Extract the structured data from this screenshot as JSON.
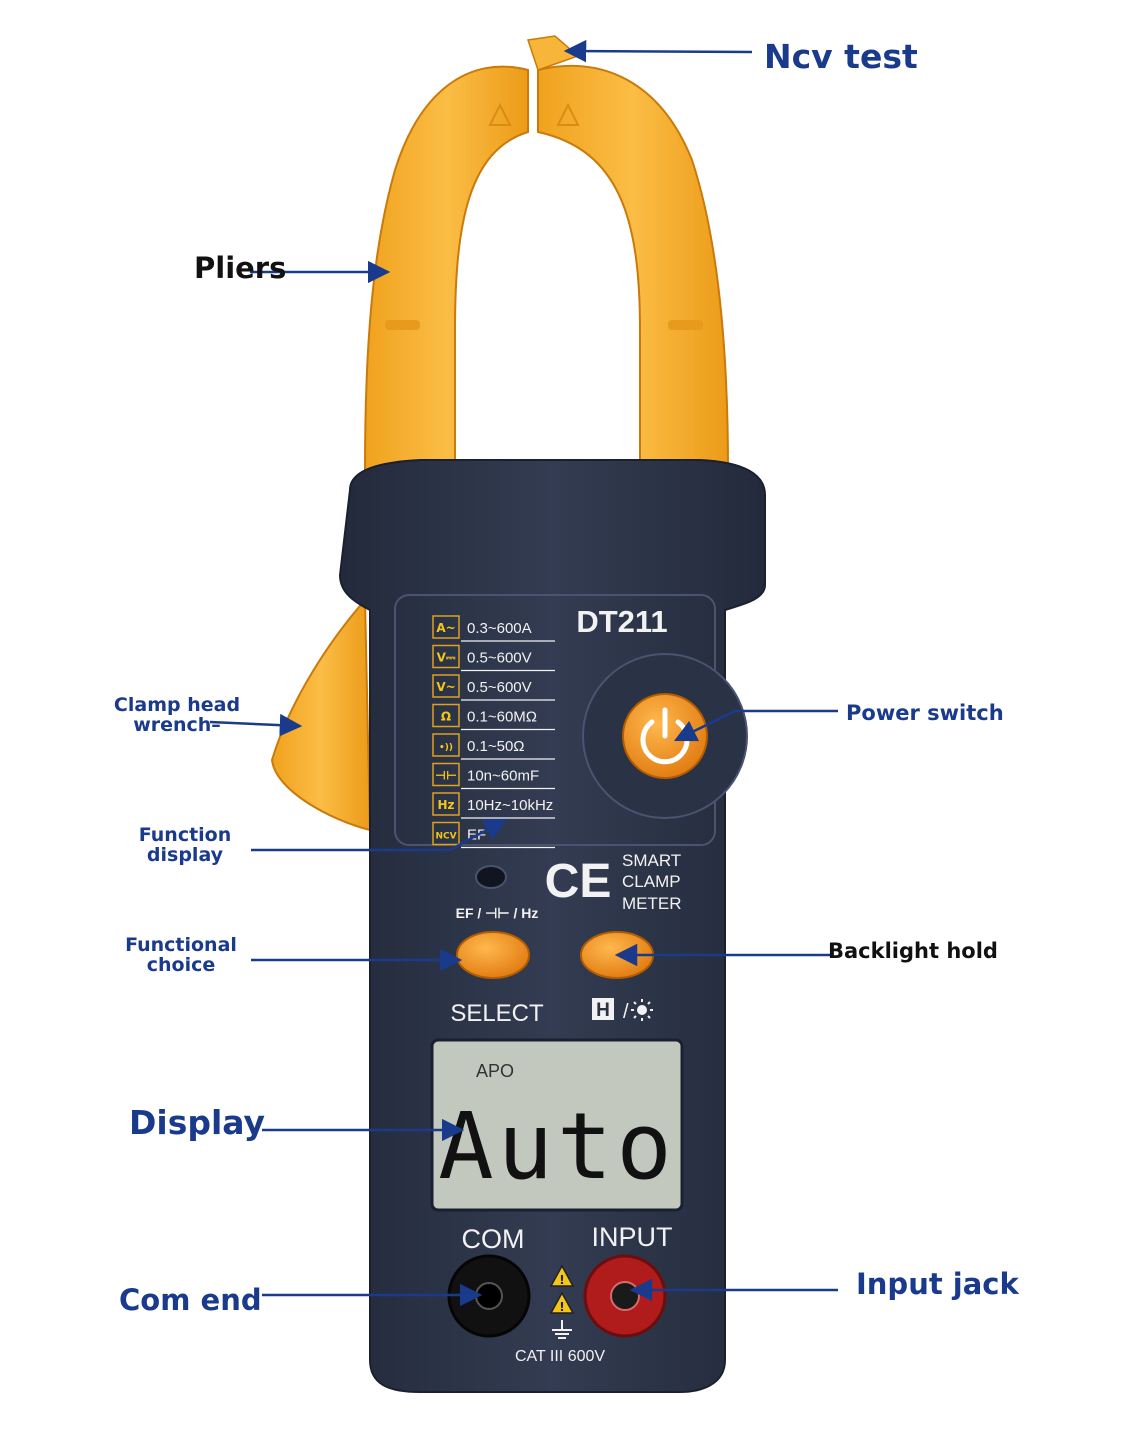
{
  "labels": {
    "ncv_test": "Ncv test",
    "pliers": "Pliers",
    "clamp_head_wrench_line1": "Clamp head",
    "clamp_head_wrench_line2": "wrench–",
    "power_switch": "Power switch",
    "function_display_line1": "Function",
    "function_display_line2": "display",
    "functional_choice_line1": "Functional",
    "functional_choice_line2": "choice",
    "backlight_hold": "Backlight hold",
    "display": "Display",
    "com_end": "Com end",
    "input_jack": "Input jack"
  },
  "device": {
    "model": "DT211",
    "functions": [
      {
        "icon": "A~",
        "range": "0.3~600A"
      },
      {
        "icon": "V⎓",
        "range": "0.5~600V"
      },
      {
        "icon": "V~",
        "range": "0.5~600V"
      },
      {
        "icon": "Ω",
        "range": "0.1~60MΩ"
      },
      {
        "icon": "•))",
        "range": "0.1~50Ω"
      },
      {
        "icon": "⊣⊢",
        "range": "10n~60mF"
      },
      {
        "icon": "Hz",
        "range": "10Hz~10kHz"
      },
      {
        "icon": "NCV",
        "range": "EF"
      }
    ],
    "ce_mark": "CE",
    "brand_line1": "SMART",
    "brand_line2": "CLAMP",
    "brand_line3": "METER",
    "select_sub": "EF / ⊣⊢ / Hz",
    "select_label": "SELECT",
    "hold_label": "H",
    "lcd_small": "APO",
    "lcd_main": "Auto",
    "com_label": "COM",
    "input_label": "INPUT",
    "cat_rating": "CAT III 600V"
  },
  "colors": {
    "label_blue": "#1a3a8c",
    "arrow_blue": "#1a3a8c",
    "body_navy": "#2b3347",
    "clamp_orange": "#f5a623",
    "button_orange": "#f08a1c",
    "lcd_bg": "#c3c8bf",
    "input_red": "#b01c1c"
  }
}
